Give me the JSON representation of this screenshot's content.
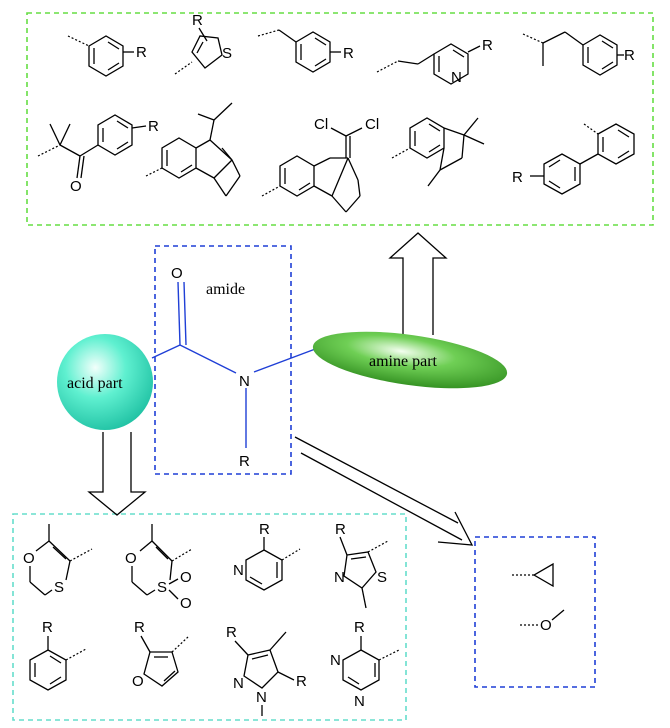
{
  "labels": {
    "amide": "amide",
    "acid_part": "acid part",
    "amine_part": "amine part",
    "substituent_r": "R",
    "atom_n": "N",
    "atom_o": "O",
    "atom_s": "S",
    "atom_cl": "Cl"
  },
  "colors": {
    "amine_box": "#66dd44",
    "acid_box": "#66ddcc",
    "amide_box": "#1f3fd6",
    "linker_box": "#1f3fd6",
    "acid_sphere": "#3de8c4",
    "amine_ellipse": "#3fa62a",
    "amide_bond": "#1f3fd6"
  }
}
